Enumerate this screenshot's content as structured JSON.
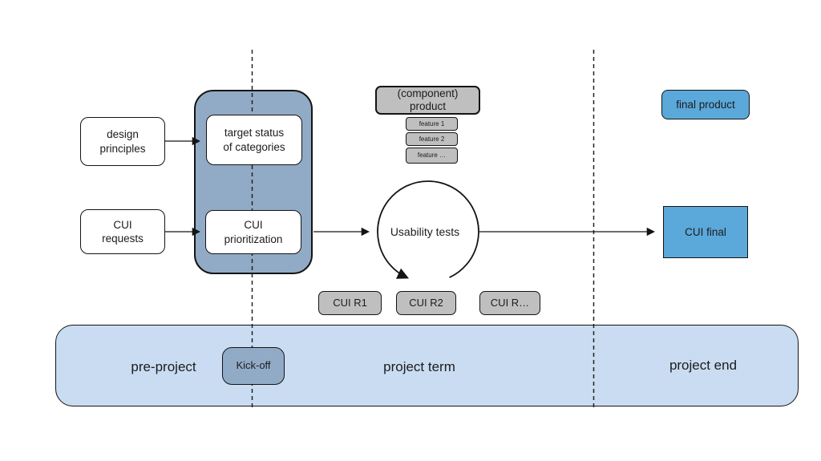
{
  "colors": {
    "steel_blue": "#91abc7",
    "sky_blue": "#5ba8db",
    "pale_blue": "#c9dcf2",
    "box_gray": "#bfbfbf",
    "line_black": "#141414"
  },
  "inputs": {
    "design_principles": "design\nprinciples",
    "cui_requests": "CUI\nrequests"
  },
  "planning": {
    "target_status": "target status\nof categories",
    "cui_prioritization": "CUI\nprioritization"
  },
  "product": {
    "title": "(component)\nproduct",
    "features": [
      "feature 1",
      "feature 2",
      "feature …"
    ]
  },
  "cycle": {
    "label": "Usability tests"
  },
  "releases": [
    "CUI R1",
    "CUI R2",
    "CUI R…"
  ],
  "outputs": {
    "final_product": "final product",
    "cui_final": "CUI final"
  },
  "timeline": {
    "pre_project": "pre-project",
    "kick_off": "Kick-off",
    "project_term": "project term",
    "project_end": "project end"
  }
}
